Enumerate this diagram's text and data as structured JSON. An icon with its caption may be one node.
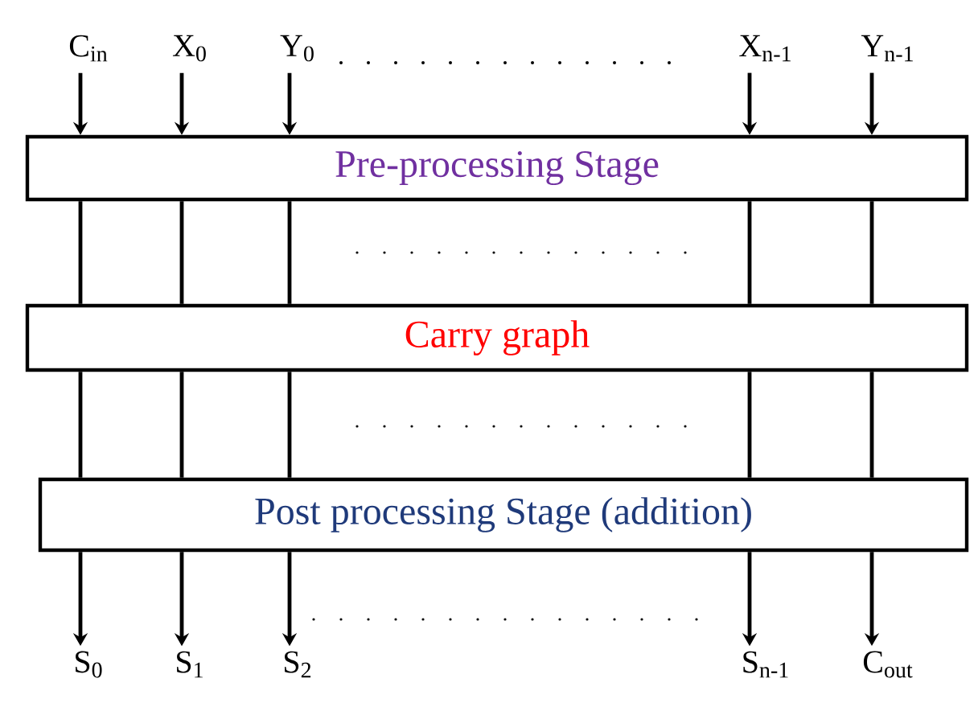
{
  "diagram": {
    "nodes": [
      {
        "text": [
          "C$_{in}$"
        ]
      },
      {
        "text": [
          "X$_{0}$"
        ]
      },
      {
        "text": [
          "Y$_{0}$"
        ]
      },
      {
        "text": [
          "X$_{n-1}$"
        ]
      },
      {
        "text": [
          "Y$_{n-1}$"
        ]
      },
      {
        "text": [
          "Pre-processing Stage"
        ]
      },
      {
        "text": [
          "Carry graph"
        ]
      },
      {
        "text": [
          "Post processing Stage (addition)"
        ]
      },
      {
        "text": [
          "S$_{0}$"
        ]
      },
      {
        "text": [
          "S$_{1}$"
        ]
      },
      {
        "text": [
          "S$_{2}$"
        ]
      },
      {
        "text": [
          "S$_{n-1}$"
        ]
      },
      {
        "text": [
          "C$_{out}$"
        ]
      }
    ],
    "edges": [
      {
        "from": 0,
        "to": 5,
        "arrow": "to"
      },
      {
        "from": 1,
        "to": 5,
        "arrow": "to"
      },
      {
        "from": 2,
        "to": 5,
        "arrow": "to"
      },
      {
        "from": 3,
        "to": 5,
        "arrow": "to"
      },
      {
        "from": 4,
        "to": 5,
        "arrow": "to"
      },
      {
        "from": 5,
        "to": 6,
        "arrow": "none"
      },
      {
        "from": 5,
        "to": 6,
        "arrow": "none"
      },
      {
        "from": 5,
        "to": 6,
        "arrow": "none"
      },
      {
        "from": 5,
        "to": 6,
        "arrow": "none"
      },
      {
        "from": 5,
        "to": 6,
        "arrow": "none"
      },
      {
        "from": 6,
        "to": 7,
        "arrow": "none"
      },
      {
        "from": 6,
        "to": 7,
        "arrow": "none"
      },
      {
        "from": 6,
        "to": 7,
        "arrow": "none"
      },
      {
        "from": 6,
        "to": 7,
        "arrow": "none"
      },
      {
        "from": 6,
        "to": 7,
        "arrow": "none"
      },
      {
        "from": 7,
        "to": 8,
        "arrow": "to"
      },
      {
        "from": 7,
        "to": 9,
        "arrow": "to"
      },
      {
        "from": 7,
        "to": 10,
        "arrow": "to"
      },
      {
        "from": 7,
        "to": 11,
        "arrow": "to"
      },
      {
        "from": 7,
        "to": 12,
        "arrow": "to"
      }
    ]
  }
}
